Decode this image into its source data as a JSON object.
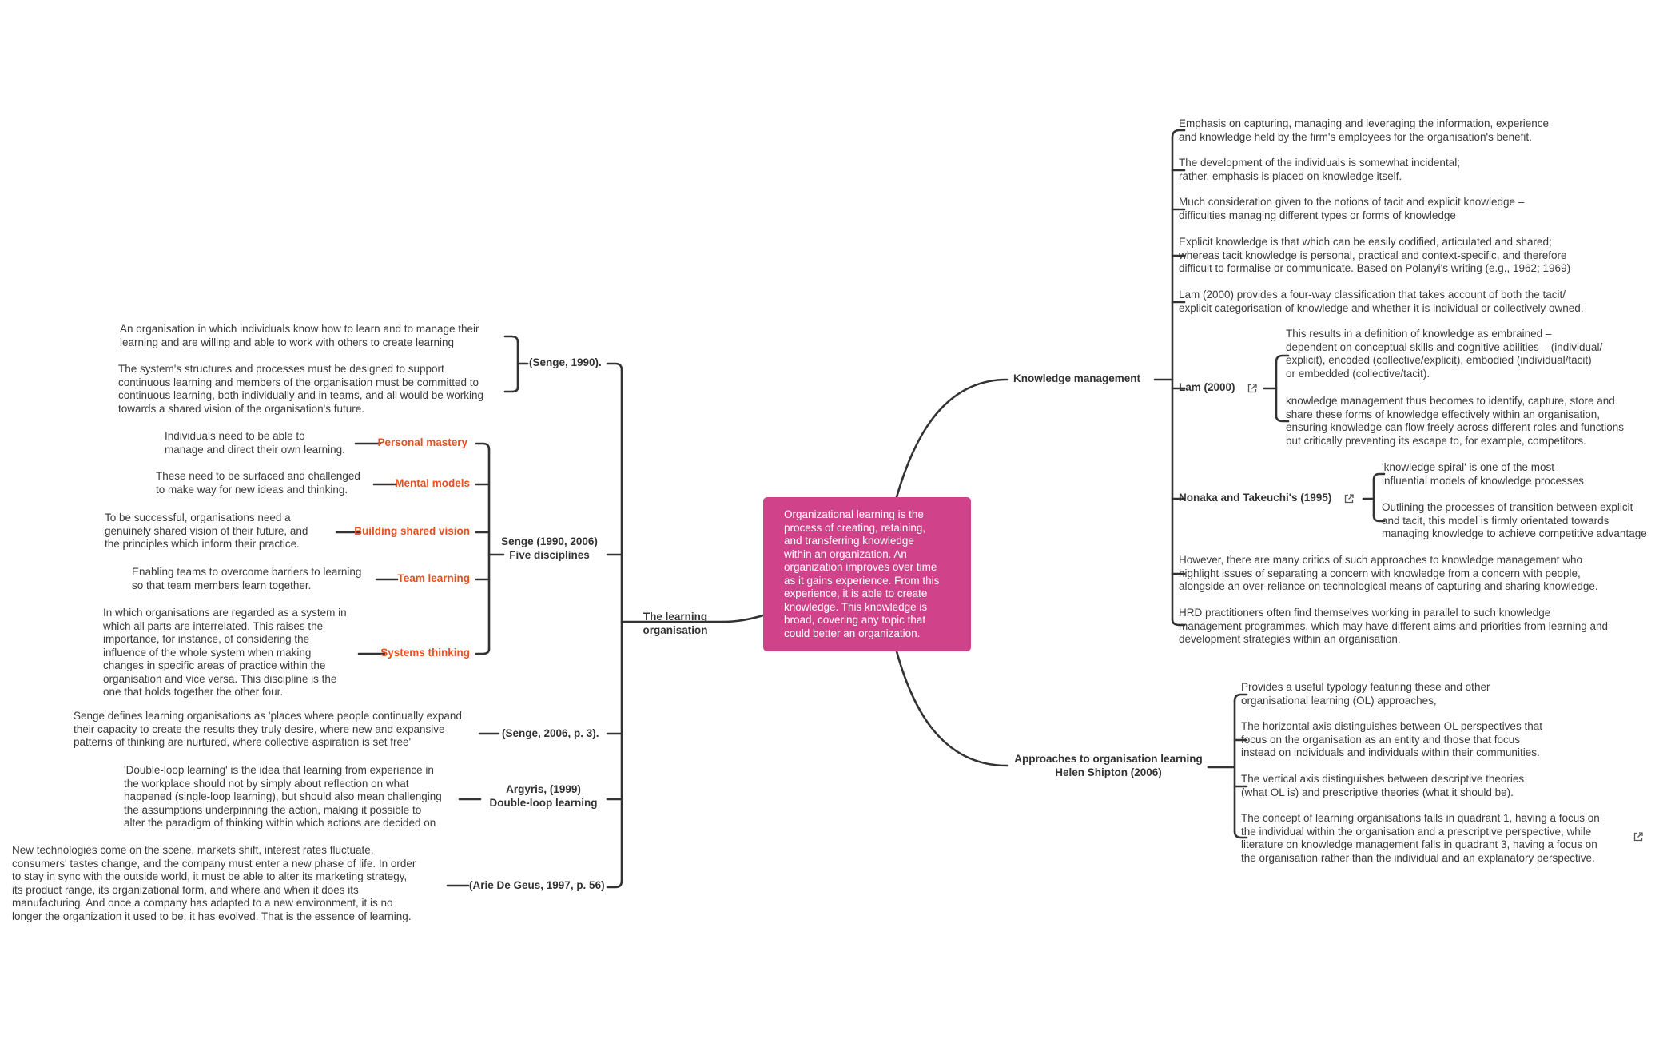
{
  "colors": {
    "central_fill": "#d0438a",
    "accent": "#e8501c",
    "line": "#333333"
  },
  "central": {
    "text": "Organizational learning is the\nprocess of creating, retaining,\nand transferring knowledge\nwithin an organization. An\norganization improves over time\nas it gains experience. From this\nexperience, it is able to create\nknowledge. This knowledge is\nbroad, covering any topic that\ncould better an organization."
  },
  "left": {
    "title": "The learning\norganisation",
    "senge1990": {
      "label": "(Senge, 1990).",
      "notes": [
        "An organisation in which individuals know how to learn and to manage their\nlearning and are willing and able to work with others to create learning",
        "The system's structures and processes must be designed to support\ncontinuous learning and members of the organisation must be committed to\ncontinuous learning, both individually and in teams, and all would be working\ntowards a shared vision of the organisation's future."
      ]
    },
    "five": {
      "label": "Senge (1990, 2006)\nFive disciplines",
      "items": [
        {
          "label": "Personal mastery",
          "note": "Individuals need to be able to\nmanage and direct their own learning."
        },
        {
          "label": "Mental models",
          "note": "These need to be surfaced and challenged\nto make way for new ideas and thinking."
        },
        {
          "label": "Building shared vision",
          "note": "To be successful, organisations need a\ngenuinely shared vision of their future, and\nthe principles which inform their practice."
        },
        {
          "label": "Team learning",
          "note": "Enabling teams to overcome barriers to learning\nso that team members learn together."
        },
        {
          "label": "Systems thinking",
          "note": "In which organisations are regarded as a system in\nwhich all parts are interrelated. This raises the\nimportance, for instance, of considering the\ninfluence of the whole system when making\nchanges in specific areas of practice within the\norganisation and vice versa. This discipline is the\none that holds together the other four."
        }
      ]
    },
    "senge2006": {
      "label": "(Senge, 2006, p. 3).",
      "note": "Senge defines learning organisations as 'places where people continually expand\ntheir capacity to create the results they truly desire, where new and expansive\npatterns of thinking are nurtured, where collective aspiration is set free'"
    },
    "argyris": {
      "label": "Argyris, (1999)\nDouble-loop learning",
      "note": "'Double-loop learning' is the idea that learning from experience in\nthe workplace should not by simply about reflection on what\nhappened (single-loop learning), but should also mean challenging\nthe assumptions underpinning the action, making it possible to\nalter the paradigm of thinking within which actions are decided on"
    },
    "degeus": {
      "label": "(Arie De Geus, 1997, p. 56)",
      "note": "New technologies come on the scene, markets shift, interest rates fluctuate,\nconsumers' tastes change, and the company must enter a new phase of life. In order\nto stay in sync with the outside world, it must be able to alter its marketing strategy,\nits product range, its organizational form, and where and when it does its\nmanufacturing. And once a company has adapted to a new environment, it is no\nlonger the organization it used to be; it has evolved. That is the essence of learning."
    }
  },
  "km": {
    "title": "Knowledge management",
    "notes": [
      "Emphasis on capturing, managing and leveraging the information, experience\nand knowledge held by the firm's employees for the organisation's benefit.",
      "The development of the individuals is somewhat incidental;\nrather, emphasis is placed on knowledge itself.",
      "Much consideration given to the notions of tacit and explicit knowledge –\ndifficulties managing different types or forms of knowledge",
      "Explicit knowledge is that which can be easily codified, articulated and shared;\nwhereas tacit knowledge is personal, practical and context-specific, and therefore\ndifficult to formalise or communicate. Based on Polanyi's writing (e.g., 1962; 1969)",
      "Lam (2000) provides a four-way classification that takes account of both the tacit/\nexplicit categorisation of knowledge and whether it is individual or collectively owned."
    ],
    "lam": {
      "label": "Lam (2000)",
      "notes": [
        "This results in a definition of knowledge as embrained –\ndependent on conceptual skills and cognitive abilities – (individual/\nexplicit), encoded (collective/explicit), embodied (individual/tacit)\nor embedded (collective/tacit).",
        "knowledge management thus becomes to identify, capture, store and\nshare these forms of knowledge effectively within an organisation,\nensuring knowledge can flow freely across different roles and functions\nbut critically preventing its escape to, for example, competitors."
      ]
    },
    "nonaka": {
      "label": "Nonaka and Takeuchi's (1995)",
      "notes": [
        "'knowledge spiral' is one of the most\ninfluential models of knowledge processes",
        "Outlining the processes of transition between explicit\nand tacit, this model is firmly orientated towards\nmanaging knowledge to achieve competitive advantage"
      ]
    },
    "notes_after": [
      "However, there are many critics of such approaches to knowledge management who\nhighlight issues of separating a concern with knowledge from a concern with people,\nalongside an over-reliance on technological means of capturing and sharing knowledge.",
      "HRD practitioners often find themselves working in parallel to such knowledge\nmanagement programmes, which may have different aims and priorities from learning and\ndevelopment strategies within an organisation."
    ]
  },
  "approaches": {
    "title": "Approaches to organisation learning\nHelen Shipton (2006)",
    "notes": [
      "Provides a useful typology featuring these and other\norganisational learning (OL) approaches,",
      "The horizontal axis distinguishes between OL perspectives that\nfocus on the organisation as an entity and those that focus\ninstead on individuals and individuals within their communities.",
      "The vertical axis distinguishes between descriptive theories\n   (what OL is) and prescriptive theories (what it should be).",
      "The concept of learning organisations falls in quadrant 1, having a focus on\nthe individual within the organisation and a prescriptive perspective, while\nliterature on knowledge management falls in quadrant 3, having a focus on\nthe organisation rather than the individual and an explanatory perspective."
    ]
  }
}
